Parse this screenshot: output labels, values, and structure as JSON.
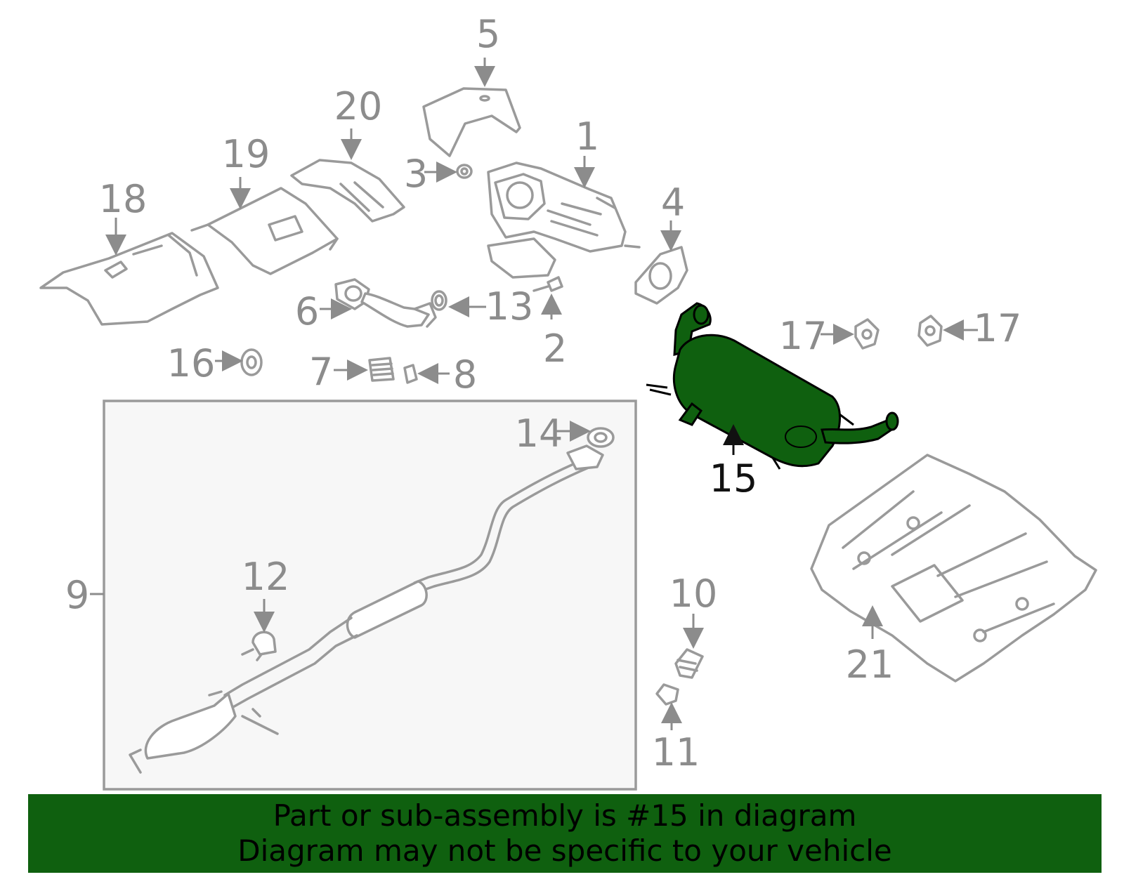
{
  "callouts": {
    "c1": "1",
    "c2": "2",
    "c3": "3",
    "c4": "4",
    "c5": "5",
    "c6": "6",
    "c7": "7",
    "c8": "8",
    "c9": "9",
    "c10": "10",
    "c11": "11",
    "c12": "12",
    "c13": "13",
    "c14": "14",
    "c15": "15",
    "c16": "16",
    "c17a": "17",
    "c17b": "17",
    "c18": "18",
    "c19": "19",
    "c20": "20",
    "c21": "21"
  },
  "banner": {
    "line1": "Part or sub-assembly is #15 in diagram",
    "line2": "Diagram may not be specific to your vehicle"
  },
  "colors": {
    "highlight": "#0f600f",
    "outline": "#9a9a9a",
    "label": "#8c8c8c"
  }
}
